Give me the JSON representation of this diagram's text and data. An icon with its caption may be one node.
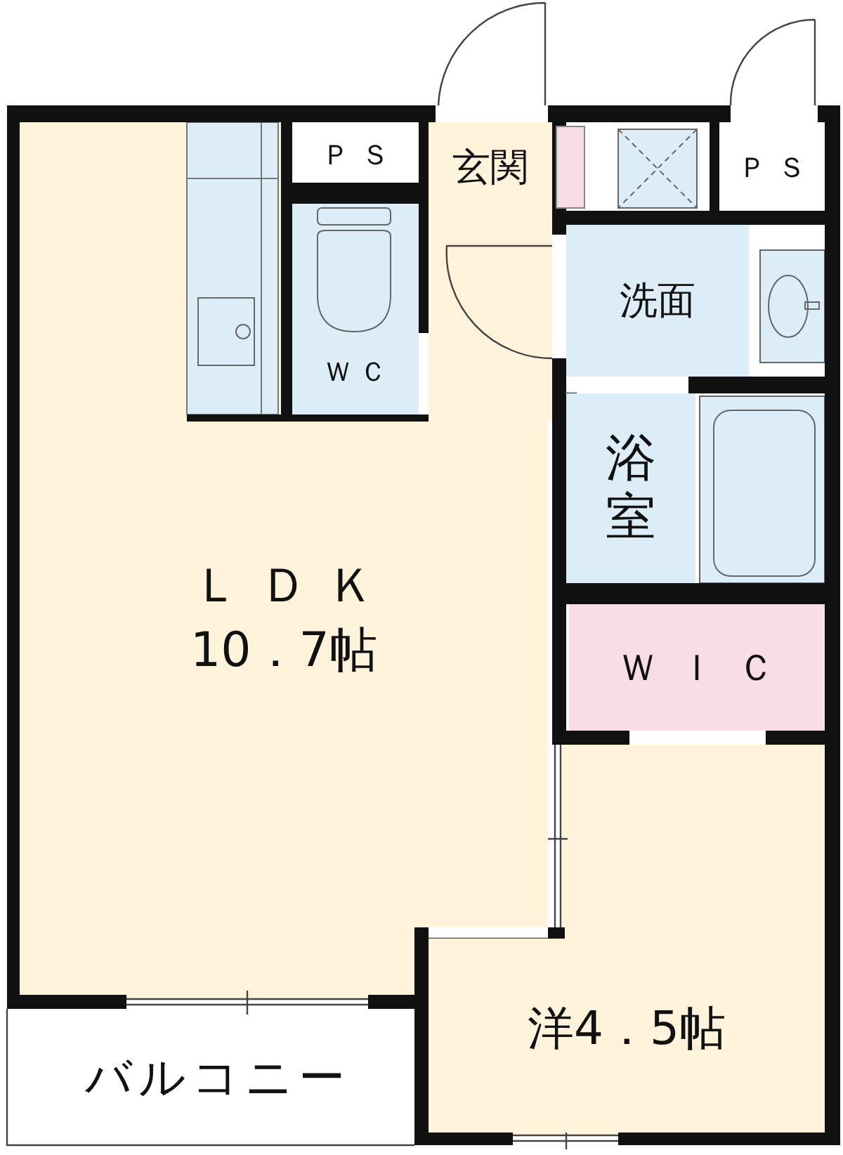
{
  "diagram": {
    "nodes": [
      {
        "text": [
          "ＰＳ"
        ]
      },
      {
        "text": [
          "玄関"
        ]
      },
      {
        "text": [
          "ＰＳ"
        ]
      },
      {
        "text": [
          "洗面"
        ]
      },
      {
        "text": [
          "ＷＣ"
        ]
      },
      {
        "text": [
          "浴室"
        ]
      },
      {
        "text": [
          "ＬＤＫ",
          "10．7帖"
        ]
      },
      {
        "text": [
          "ＷＩＣ"
        ]
      },
      {
        "text": [
          "洋4．5帖"
        ]
      },
      {
        "text": [
          "バルコニー"
        ]
      }
    ]
  }
}
